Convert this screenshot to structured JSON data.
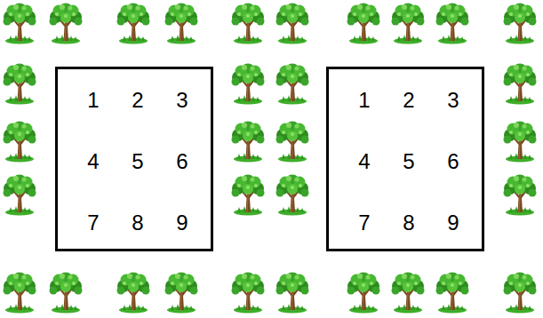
{
  "diagram": {
    "nodes": [
      {
        "text": [
          "1",
          "2",
          "3",
          "4",
          "5",
          "6",
          "7",
          "8",
          "9"
        ]
      },
      {
        "text": [
          "1",
          "2",
          "3",
          "4",
          "5",
          "6",
          "7",
          "8",
          "9"
        ]
      }
    ]
  }
}
